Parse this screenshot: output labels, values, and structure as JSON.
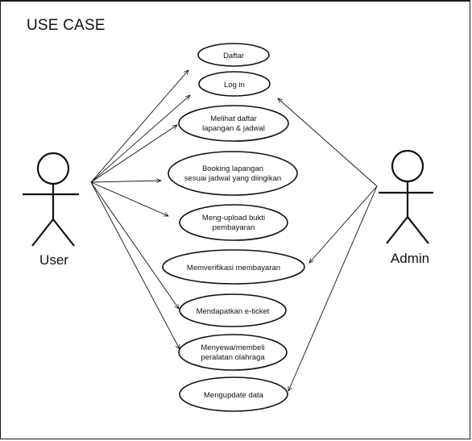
{
  "title": "USE CASE",
  "actors": {
    "user": {
      "label": "User"
    },
    "admin": {
      "label": "Admin"
    }
  },
  "use_cases": [
    {
      "id": "daftar",
      "lines": [
        "Daftar"
      ]
    },
    {
      "id": "login",
      "lines": [
        "Log in"
      ]
    },
    {
      "id": "melihat",
      "lines": [
        "Melihat daftar",
        "lapangan & jadwal"
      ]
    },
    {
      "id": "booking",
      "lines": [
        "Booking lapangan",
        "sesuai jadwal yang diingikan"
      ]
    },
    {
      "id": "upload",
      "lines": [
        "Meng-upload bukti",
        "pembayaran"
      ]
    },
    {
      "id": "verifikasi",
      "lines": [
        "Memverifikasi membayaran"
      ]
    },
    {
      "id": "eticket",
      "lines": [
        "Mendapatkan e-ticket"
      ]
    },
    {
      "id": "menyewa",
      "lines": [
        "Menyewa/membeli",
        "peralatan olahraga"
      ]
    },
    {
      "id": "update",
      "lines": [
        "Mengupdate data"
      ]
    }
  ]
}
